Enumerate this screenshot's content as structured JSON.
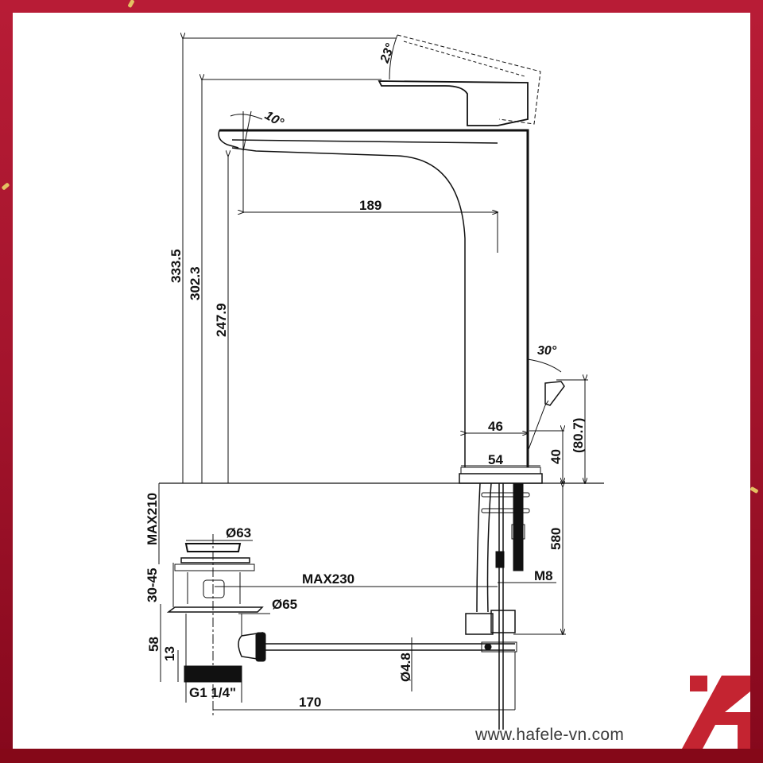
{
  "brand": {
    "website": "www.hafele-vn.com",
    "logo": "hafele-a-logo-icon",
    "colors": {
      "frame": "#b81c36",
      "frame_dark": "#850818",
      "logo_red": "#c42431",
      "ink": "#111111"
    }
  },
  "drawing": {
    "title": "Basin mixer technical drawing",
    "angles": {
      "handle_tilt": "23°",
      "spout_tilt": "10°",
      "lever_tilt": "30°"
    },
    "heights": {
      "overall": "333.5",
      "to_handle": "302.3",
      "spout_outlet": "247.9",
      "lever_pivot": "(80.7)",
      "base_to_pivot": "40"
    },
    "widths": {
      "spout_reach": "189",
      "body": "46",
      "base": "54"
    },
    "under_counter": {
      "max_thickness": "MAX210",
      "hose_length": "580",
      "thread": "M8",
      "pop_up_reach": "MAX230",
      "rod_length": "170",
      "rod_diameter": "Ø4.8"
    },
    "waste": {
      "cap_diameter": "Ø63",
      "flange_diameter": "Ø65",
      "adjust_range": "30-45",
      "height": "58",
      "thread_height": "13",
      "thread": "G1 1/4\""
    }
  }
}
